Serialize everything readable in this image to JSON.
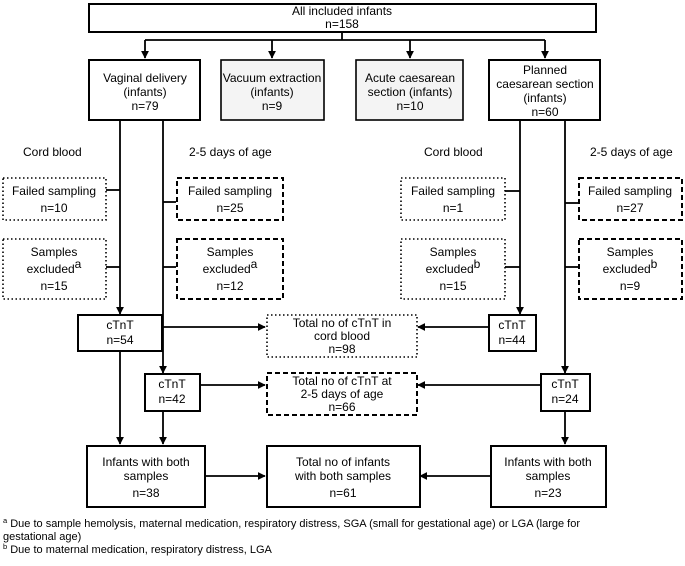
{
  "nodes": {
    "all": {
      "label": "All included infants",
      "count": "n=158"
    },
    "vaginal": {
      "line1": "Vaginal delivery",
      "line2": "(infants)",
      "count": "n=79"
    },
    "vacuum": {
      "line1": "Vacuum extraction",
      "line2": "(infants)",
      "count": "n=9"
    },
    "acute": {
      "line1": "Acute caesarean",
      "line2": "section (infants)",
      "count": "n=10"
    },
    "planned": {
      "line1": "Planned",
      "line2": "caesarean section",
      "line3": "(infants)",
      "count": "n=60"
    }
  },
  "headers": {
    "cord_left": "Cord blood",
    "days_left": "2-5 days of age",
    "cord_right": "Cord blood",
    "days_right": "2-5 days of age"
  },
  "failed": {
    "label": "Failed sampling",
    "vag_cord": "n=10",
    "vag_days": "n=25",
    "pl_cord": "n=1",
    "pl_days": "n=27"
  },
  "excluded": {
    "line1": "Samples",
    "line2": "excluded",
    "vag_cord": {
      "sup": "a",
      "count": "n=15"
    },
    "vag_days": {
      "sup": "a",
      "count": "n=12"
    },
    "pl_cord": {
      "sup": "b",
      "count": "n=15"
    },
    "pl_days": {
      "sup": "b",
      "count": "n=9"
    }
  },
  "ctnt": {
    "label": "cTnT",
    "vag_cord": "n=54",
    "vag_days": "n=42",
    "pl_cord": "n=44",
    "pl_days": "n=24"
  },
  "totals": {
    "cord": {
      "line1": "Total no of cTnT in",
      "line2": "cord blood",
      "count": "n=98"
    },
    "days": {
      "line1": "Total no of cTnT at",
      "line2": "2-5 days of age",
      "count": "n=66"
    },
    "both": {
      "line1": "Total no of infants",
      "line2": "with both samples",
      "count": "n=61"
    }
  },
  "both": {
    "line1": "Infants with both",
    "line2": "samples",
    "vag": "n=38",
    "pl": "n=23"
  },
  "footnotes": {
    "a_mark": "a",
    "a_line1": " Due to sample hemolysis, maternal medication, respiratory distress, SGA (small for gestational age) or LGA (large for",
    "a_line2": "gestational age)",
    "b_mark": "b",
    "b_line1": " Due to maternal medication, respiratory distress, LGA"
  }
}
